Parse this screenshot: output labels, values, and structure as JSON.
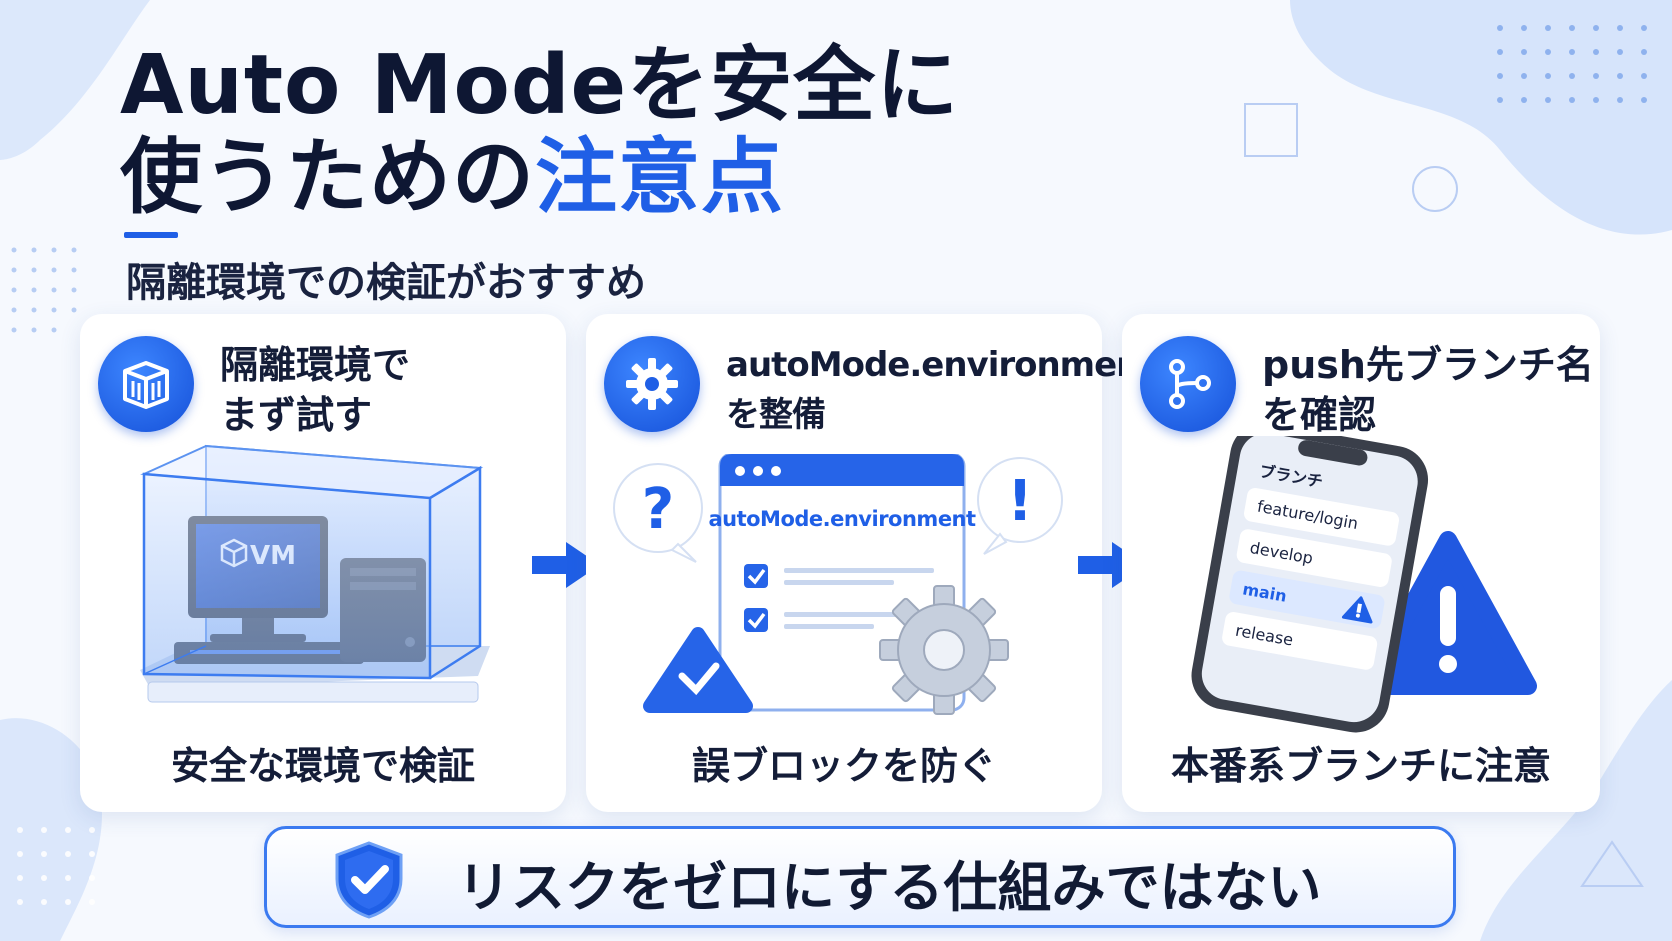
{
  "heading": {
    "line1": "Auto Modeを安全に",
    "line2_plain": "使うための",
    "line2_accent": "注意点"
  },
  "subtitle": "隔離環境での検証がおすすめ",
  "cards": [
    {
      "title": "隔離環境で\nまず試す",
      "icon": "isolation-box-icon",
      "illustration_label": "VM",
      "footer": "安全な環境で検証"
    },
    {
      "title": "autoMode.environment\nを整備",
      "icon": "gear-icon",
      "illustration_label": "autoMode.environment",
      "footer": "誤ブロックを防ぐ"
    },
    {
      "title": "push先ブランチ名\nを確認",
      "icon": "git-branch-icon",
      "phone_header": "ブランチ",
      "branches": [
        "feature/login",
        "develop",
        "main",
        "release"
      ],
      "footer": "本番系ブランチに注意"
    }
  ],
  "banner": {
    "icon": "shield-check-icon",
    "text": "リスクをゼロにする仕組みではない"
  },
  "colors": {
    "accent": "#1f5fe6",
    "text": "#111a33",
    "card_bg": "#ffffff",
    "page_bg": "#f6f9fe"
  }
}
